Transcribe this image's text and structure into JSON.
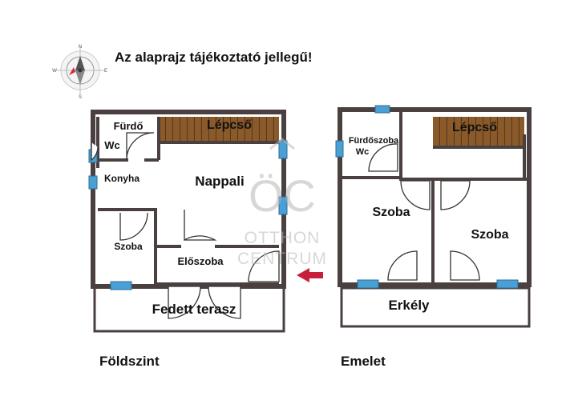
{
  "note": "Az alaprajz tájékoztató jellegű!",
  "compass": {
    "n": "N",
    "s": "S",
    "e": "E",
    "w": "W"
  },
  "watermark": {
    "monogram": "ÖC",
    "line1": "OTTHON",
    "line2": "CENTRUM"
  },
  "floors": {
    "ground": {
      "title": "Földszint",
      "rooms": {
        "furdo": "Fürdő",
        "wc": "Wc",
        "lepcso": "Lépcső",
        "konyha": "Konyha",
        "nappali": "Nappali",
        "szoba": "Szoba",
        "eloszoba": "Előszoba",
        "terasz": "Fedett terasz"
      }
    },
    "upper": {
      "title": "Emelet",
      "rooms": {
        "furdoszoba": "Fürdőszoba",
        "wc": "Wc",
        "lepcso": "Lépcső",
        "szoba1": "Szoba",
        "szoba2": "Szoba",
        "erkely": "Erkély"
      }
    }
  },
  "colors": {
    "wall": "#4a4040",
    "stairs": "#8b5a2b",
    "window": "#4a9fd4",
    "arrow": "#c8203c",
    "watermark": "#b8b8b8",
    "compass_red": "#d8283a"
  }
}
